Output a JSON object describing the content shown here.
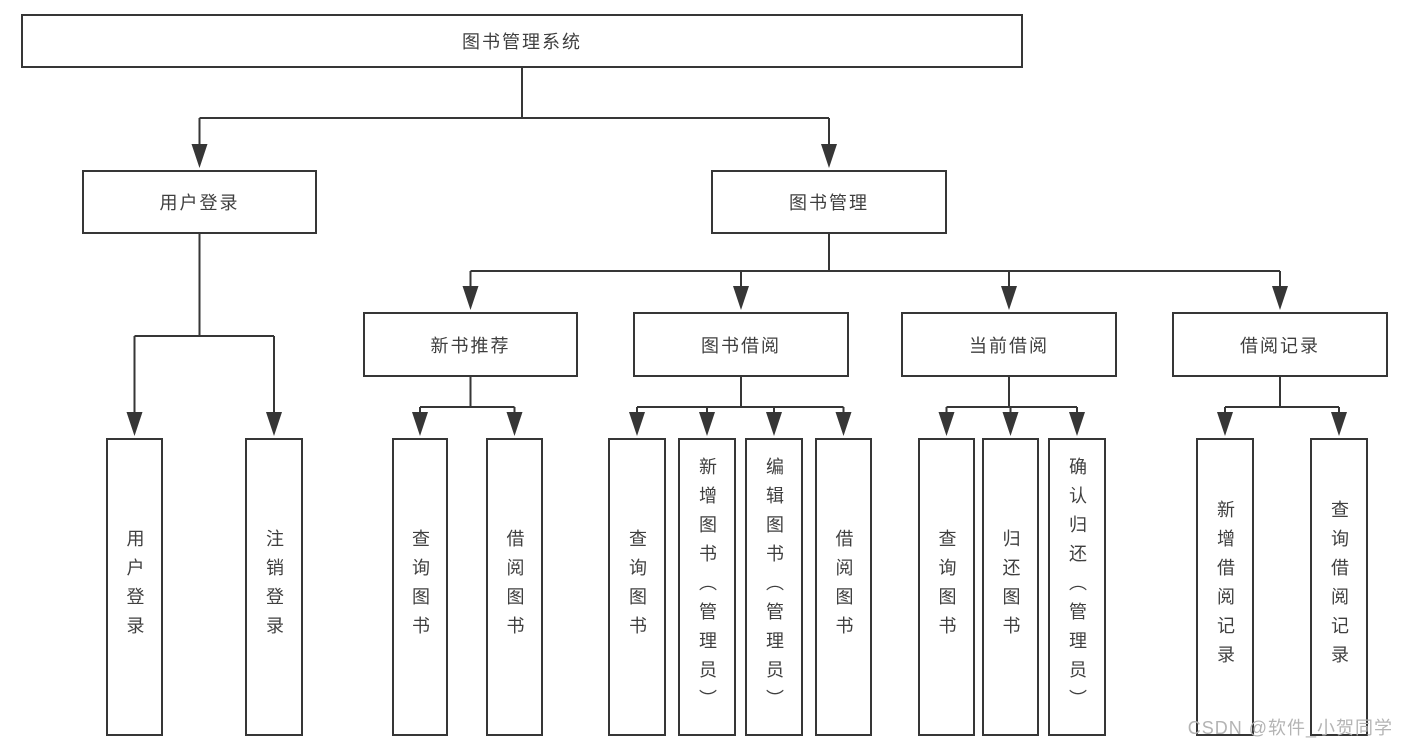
{
  "nodes": {
    "root": "图书管理系统",
    "user_login": "用户登录",
    "book_mgmt": "图书管理",
    "new_book_rec": "新书推荐",
    "book_borrow": "图书借阅",
    "current_borrow": "当前借阅",
    "borrow_record": "借阅记录",
    "leaf_user_login": "用户登录",
    "leaf_logout": "注销登录",
    "leaf_query_book_1": "查询图书",
    "leaf_borrow_book_1": "借阅图书",
    "leaf_query_book_2": "查询图书",
    "leaf_add_book": "新增图书（管理员）",
    "leaf_edit_book": "编辑图书（管理员）",
    "leaf_borrow_book_2": "借阅图书",
    "leaf_query_book_3": "查询图书",
    "leaf_return_book": "归还图书",
    "leaf_confirm_return": "确认归还（管理员）",
    "leaf_add_record": "新增借阅记录",
    "leaf_query_record": "查询借阅记录"
  },
  "watermark": "CSDN @软件_小贺同学",
  "colors": {
    "line": "#363636",
    "node_border": "#363636",
    "node_fill": "#ffffff",
    "text": "#3f3f3f",
    "background": "#ffffff",
    "watermark_text": "#b4b4b4"
  }
}
